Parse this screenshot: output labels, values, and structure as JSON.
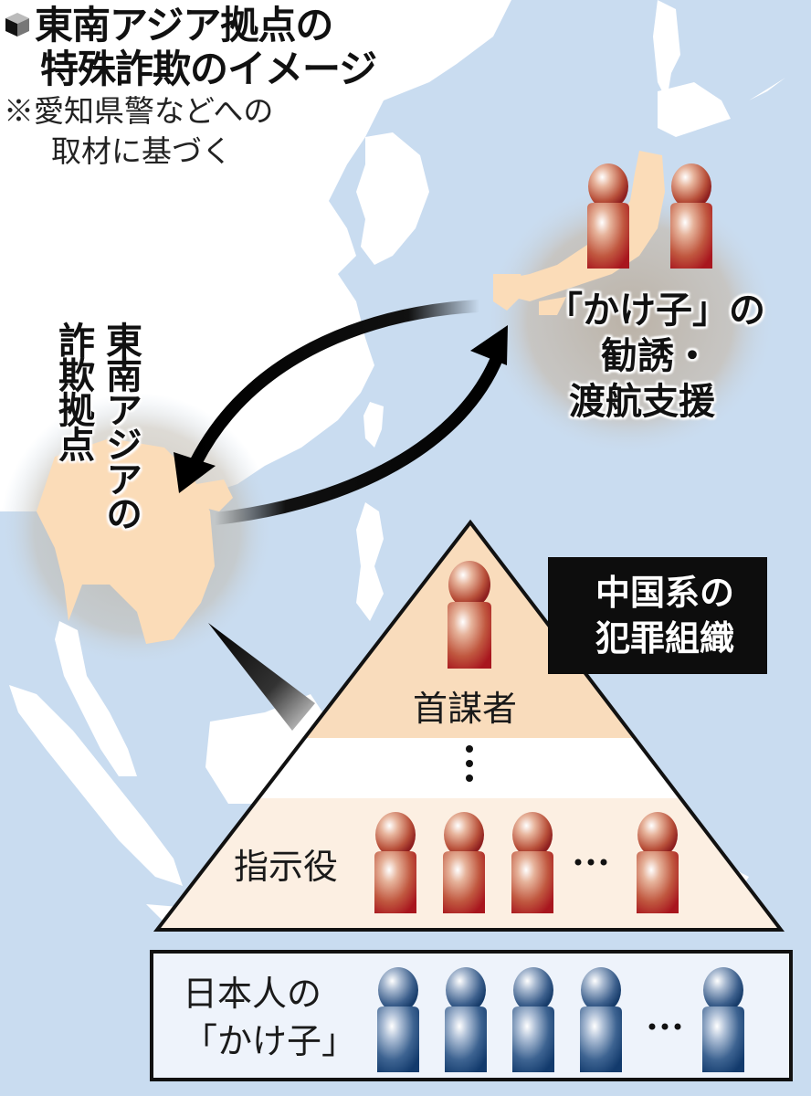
{
  "title": {
    "icon": "cube-icon",
    "line1": "東南アジア拠点の",
    "line2": "特殊詐欺のイメージ"
  },
  "note": {
    "line1": "※愛知県警などへの",
    "line2": "取材に基づく"
  },
  "map_labels": {
    "southeast_asia_col1": "東南アジアの",
    "southeast_asia_col2": "詐欺拠点",
    "japan_line1": "「かけ子」の",
    "japan_line2": "勧誘・",
    "japan_line3": "渡航支援"
  },
  "organization": {
    "label_line1": "中国系の",
    "label_line2": "犯罪組織",
    "tiers": [
      {
        "label": "首謀者",
        "people_count": 1,
        "color": "red"
      },
      {
        "label": "⋮",
        "people_count": 0
      },
      {
        "label": "指示役",
        "people_count": 4,
        "color": "red",
        "ellipsis": "…"
      }
    ]
  },
  "kakeko": {
    "label_line1": "日本人の",
    "label_line2": "「かけ子」",
    "people_count": 5,
    "ellipsis": "…",
    "color": "blue"
  },
  "colors": {
    "sea": "#c9dcf0",
    "land": "#ffffff",
    "highlight_land": "#fbdcb8",
    "pyramid_top": "#f9dcbc",
    "pyramid_mid": "#ffffff",
    "pyramid_bottom": "#fcefe2",
    "person_red": "#b3262a",
    "person_blue": "#1f4a7a",
    "org_box": "#0d0d0d"
  }
}
